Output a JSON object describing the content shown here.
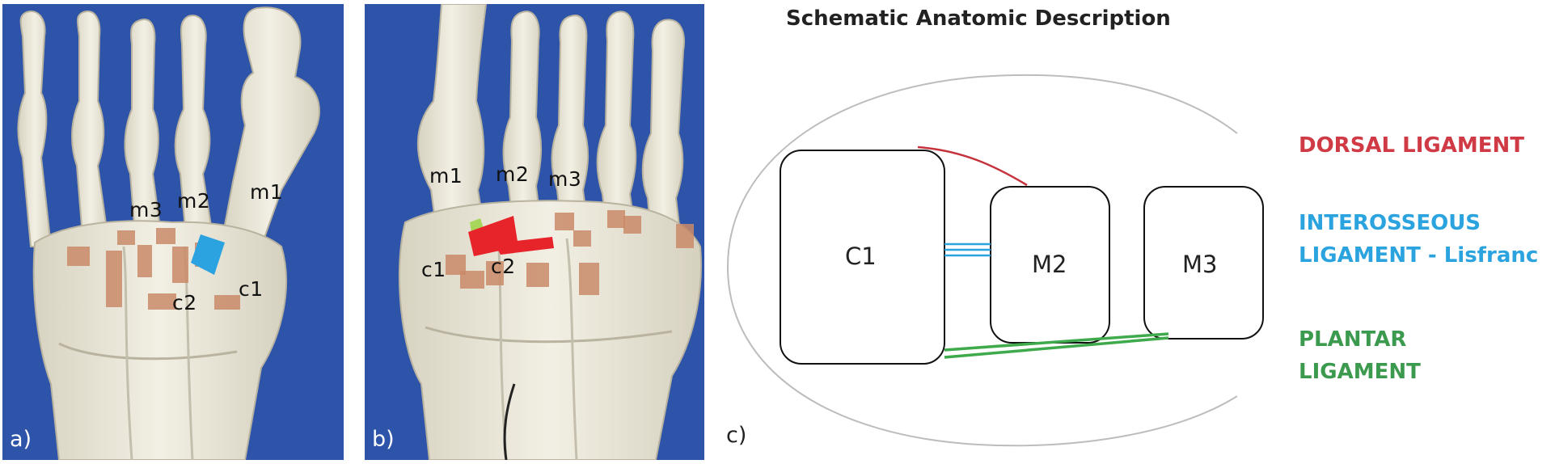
{
  "panels": {
    "a": {
      "letter": "a)",
      "labels": {
        "m1": "m1",
        "m2": "m2",
        "m3": "m3",
        "c1": "c1",
        "c2": "c2"
      }
    },
    "b": {
      "letter": "b)",
      "labels": {
        "m1": "m1",
        "m2": "m2",
        "m3": "m3",
        "c1": "c1",
        "c2": "c2"
      }
    },
    "c": {
      "letter": "c)",
      "title": "Schematic Anatomic Description",
      "boxes": {
        "c1": "C1",
        "m2": "M2",
        "m3": "M3"
      },
      "legend": {
        "dorsal": [
          "DORSAL LIGAMENT"
        ],
        "interosseous": [
          "INTEROSSEOUS",
          "LIGAMENT - Lisfranc"
        ],
        "plantar": [
          "PLANTAR",
          "LIGAMENT"
        ]
      }
    }
  },
  "colors": {
    "background_cloth": "#2d54a8",
    "bone": "#ece9dc",
    "ligament_marks": "#c98a68",
    "interosseous_mark": "#2aa3e0",
    "dorsal_mark": "#e8242b",
    "green_mark": "#a8d65a",
    "dorsal_text": "#d03a45",
    "interosseous_text": "#2aa3df",
    "plantar_text": "#3c9a4e"
  }
}
